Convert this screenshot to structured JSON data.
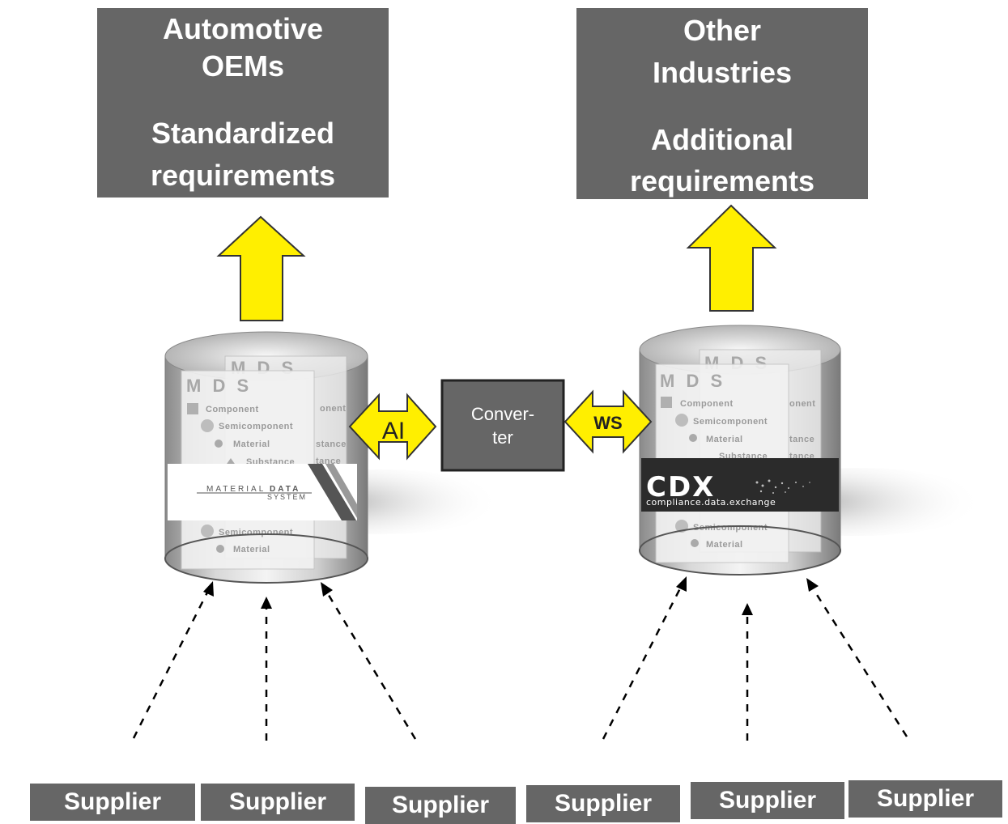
{
  "colors": {
    "box_fill": "#666666",
    "arrow_fill": "#ffef00",
    "arrow_stroke": "#333333",
    "text_light": "#ffffff"
  },
  "top_boxes": [
    {
      "line1": "Automotive",
      "line2": "OEMs",
      "line3": "Standardized",
      "line4": "requirements"
    },
    {
      "line1": "Other",
      "line2": "Industries",
      "line3": "Additional",
      "line4": "requirements"
    }
  ],
  "databases": [
    {
      "mds_label": "M D S",
      "components": [
        "Component",
        "Semicomponent",
        "Material",
        "Substance",
        "Semicomponent",
        "Material"
      ],
      "partial_labels": [
        "onent",
        "stance",
        "tance"
      ],
      "logo_line1": "MATERIAL",
      "logo_line2": "DATA",
      "logo_line3": "SYSTEM"
    },
    {
      "mds_label": "M D S",
      "components": [
        "Component",
        "Semicomponent",
        "Material",
        "Substance",
        "Semicomponent",
        "Material"
      ],
      "partial_labels": [
        "onent",
        "tance",
        "tance"
      ],
      "logo_main": "CDX",
      "logo_sub": "compliance.data.exchange"
    }
  ],
  "connectors": {
    "left_arrow_label": "AI",
    "right_arrow_label": "WS",
    "converter_line1": "Conver-",
    "converter_line2": "ter"
  },
  "suppliers": [
    "Supplier",
    "Supplier",
    "Supplier",
    "Supplier",
    "Supplier",
    "Supplier"
  ]
}
